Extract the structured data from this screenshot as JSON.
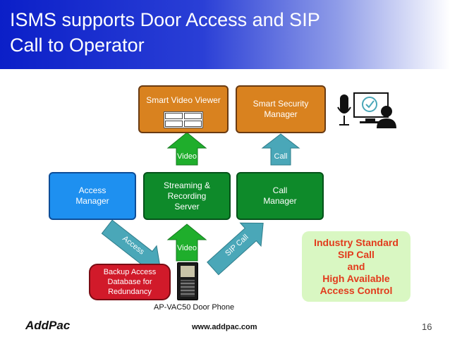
{
  "slide": {
    "title_line1": "ISMS supports Door Access and SIP",
    "title_line2": "Call to Operator"
  },
  "nodes": {
    "smart_video_viewer": "Smart Video Viewer",
    "smart_security_manager": "Smart  Security\nManager",
    "access_manager": "Access\nManager",
    "streaming_server": "Streaming &\nRecording\nServer",
    "call_manager": "Call\nManager",
    "backup_db": "Backup Access\nDatabase for\nRedundancy"
  },
  "arrows": {
    "video_top": "Video",
    "call_top": "Call",
    "video_bottom": "Video",
    "access": "Access",
    "sip_call": "SIP Call"
  },
  "door_phone_caption": "AP-VAC50 Door Phone",
  "industry_box": [
    "Industry Standard",
    "SIP Call",
    "and",
    "High Available",
    "Access Control"
  ],
  "footer": {
    "logo": "AddPac",
    "url": "www.addpac.com",
    "page_number": "16"
  },
  "icons": [
    "grid-video-icon",
    "microphone-icon",
    "monitor-operator-icon",
    "door-phone-image"
  ],
  "colors": {
    "orange_box": "#d9821f",
    "blue_box": "#1e90f0",
    "green_box": "#0e8a2a",
    "red_box": "#d11a2a",
    "arrow_green": "#1fae2c",
    "arrow_teal": "#4aa7b8",
    "industry_text": "#e23b1c",
    "industry_bg": "#d9f7c2"
  }
}
